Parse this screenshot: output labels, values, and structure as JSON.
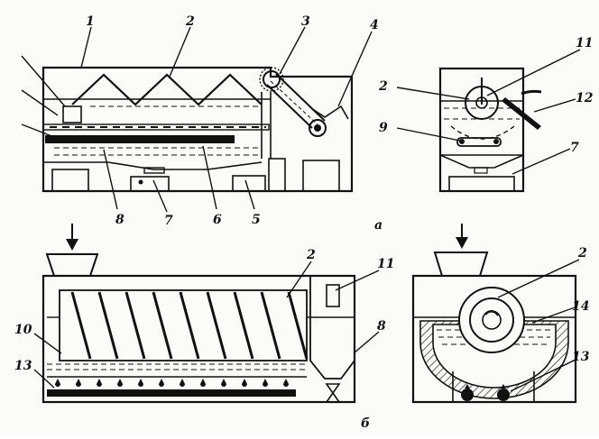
{
  "figure": {
    "top_labels": [
      "1",
      "2",
      "3",
      "4",
      "8",
      "7",
      "6",
      "5"
    ],
    "top_right_labels": [
      "11",
      "2",
      "12",
      "9",
      "7"
    ],
    "bottom_labels": [
      "2",
      "11",
      "10",
      "8",
      "13"
    ],
    "bottom_right_labels": [
      "2",
      "14",
      "13"
    ],
    "subfig_a": "а",
    "subfig_b": "б"
  }
}
